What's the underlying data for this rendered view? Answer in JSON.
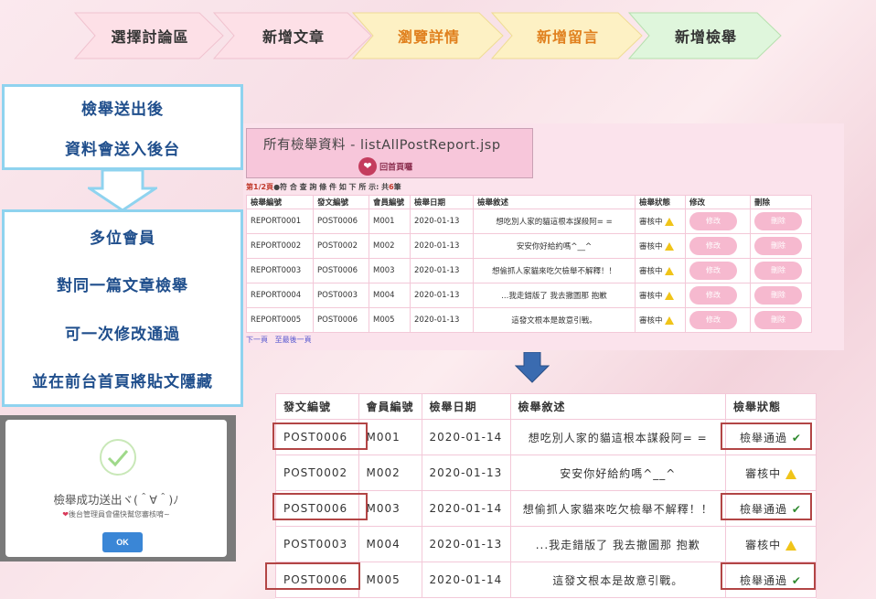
{
  "steps": [
    {
      "label": "選擇討論區",
      "fill": "#fde0e7",
      "color": "#333333"
    },
    {
      "label": "新增文章",
      "fill": "#fde0e7",
      "color": "#333333"
    },
    {
      "label": "瀏覽詳情",
      "fill": "#fdf1c4",
      "color": "#e0801e"
    },
    {
      "label": "新增留言",
      "fill": "#fdf1c4",
      "color": "#e0801e"
    },
    {
      "label": "新增檢舉",
      "fill": "#dff6dc",
      "color": "#333333"
    }
  ],
  "info_box1": {
    "line1": "檢舉送出後",
    "line2": "資料會送入後台"
  },
  "info_box2": {
    "line1": "多位會員",
    "line2": "對同一篇文章檢舉",
    "line3": "可一次修改通過",
    "line4": "並在前台首頁將貼文隱藏"
  },
  "modal": {
    "message": "檢舉成功送出ヾ(＾∀＾)ﾉ",
    "sub_message": "後台管理員會儘快幫您審核唷~",
    "ok_label": "OK"
  },
  "report_panel": {
    "title": "所有檢舉資料 - listAllPostReport.jsp",
    "home_link": "回首頁囉",
    "page_info": "第1/2頁",
    "count_prefix": "●符 合 查 詢 條 件 如 下 所 示: 共",
    "count_value": "6",
    "count_suffix": "筆",
    "headers": [
      "檢舉編號",
      "發文編號",
      "會員編號",
      "檢舉日期",
      "檢舉敘述",
      "檢舉狀態",
      "修改",
      "刪除"
    ],
    "rows": [
      {
        "report_id": "REPORT0001",
        "post_id": "POST0006",
        "member_id": "M001",
        "date": "2020-01-13",
        "desc": "想吃別人家的貓這根本謀殺阿= =",
        "status": "審核中"
      },
      {
        "report_id": "REPORT0002",
        "post_id": "POST0002",
        "member_id": "M002",
        "date": "2020-01-13",
        "desc": "安安你好給約嗎^__^",
        "status": "審核中"
      },
      {
        "report_id": "REPORT0003",
        "post_id": "POST0006",
        "member_id": "M003",
        "date": "2020-01-13",
        "desc": "想偷抓人家貓來吃欠檢舉不解釋！！",
        "status": "審核中"
      },
      {
        "report_id": "REPORT0004",
        "post_id": "POST0003",
        "member_id": "M004",
        "date": "2020-01-13",
        "desc": "...我走錯版了 我去撤圖那 抱歉",
        "status": "審核中"
      },
      {
        "report_id": "REPORT0005",
        "post_id": "POST0006",
        "member_id": "M005",
        "date": "2020-01-13",
        "desc": "這發文根本是故意引戰。",
        "status": "審核中"
      }
    ],
    "edit_label": "修改",
    "delete_label": "刪除",
    "next_page": "下一頁",
    "last_page": "至最後一頁"
  },
  "result_table": {
    "headers": [
      "發文編號",
      "會員編號",
      "檢舉日期",
      "檢舉敘述",
      "檢舉狀態"
    ],
    "rows": [
      {
        "post_id": "POST0006",
        "member_id": "M001",
        "date": "2020-01-14",
        "desc": "想吃別人家的貓這根本謀殺阿= =",
        "status": "檢舉通過",
        "passed": true
      },
      {
        "post_id": "POST0002",
        "member_id": "M002",
        "date": "2020-01-13",
        "desc": "安安你好給約嗎^__^",
        "status": "審核中",
        "passed": false
      },
      {
        "post_id": "POST0006",
        "member_id": "M003",
        "date": "2020-01-14",
        "desc": "想偷抓人家貓來吃欠檢舉不解釋！！",
        "status": "檢舉通過",
        "passed": true
      },
      {
        "post_id": "POST0003",
        "member_id": "M004",
        "date": "2020-01-13",
        "desc": "...我走錯版了 我去撤圖那 抱歉",
        "status": "審核中",
        "passed": false
      },
      {
        "post_id": "POST0006",
        "member_id": "M005",
        "date": "2020-01-14",
        "desc": "這發文根本是故意引戰。",
        "status": "檢舉通過",
        "passed": true
      }
    ]
  },
  "colors": {
    "accent_blue": "#3a6bb0",
    "pill_pink": "#f6b9cf",
    "highlight_red": "#b24545",
    "check_green": "#2f8a2f"
  }
}
